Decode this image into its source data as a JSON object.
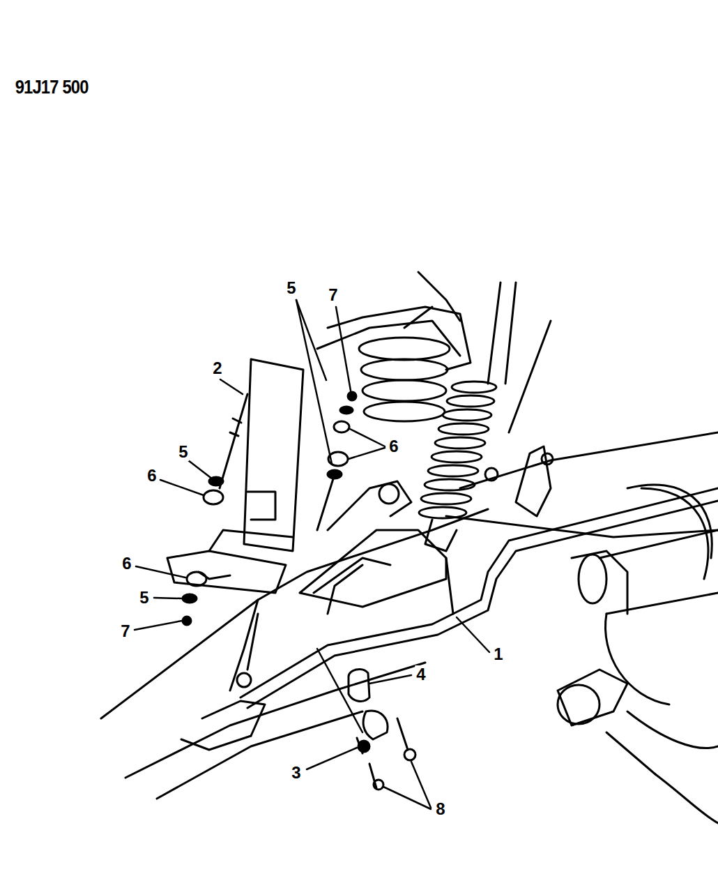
{
  "diagram": {
    "labels": [
      "91J17 500",
      "5",
      "7",
      "2",
      "6",
      "5",
      "6",
      "6",
      "5",
      "7",
      "4",
      "1",
      "3",
      "8"
    ]
  }
}
